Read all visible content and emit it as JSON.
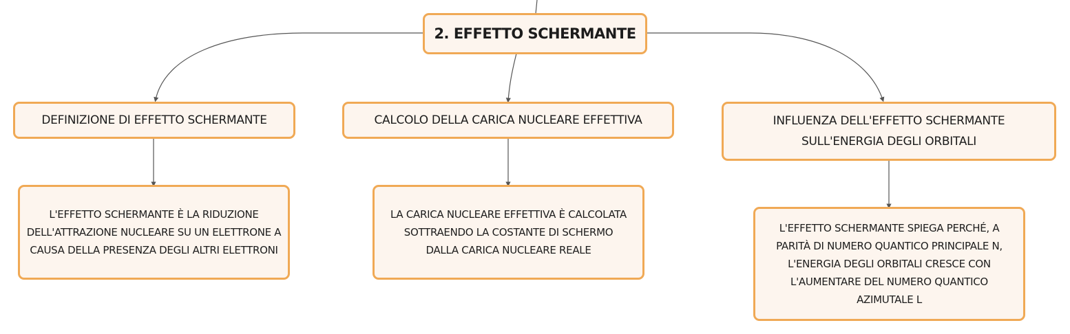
{
  "root": {
    "label": "2. EFFETTO SCHERMANTE"
  },
  "branches": [
    {
      "label": "DEFINIZIONE DI EFFETTO SCHERMANTE",
      "detail": "L'EFFETTO SCHERMANTE È LA RIDUZIONE DELL'ATTRAZIONE NUCLEARE SU UN ELETTRONE A CAUSA DELLA PRESENZA DEGLI ALTRI ELETTRONI"
    },
    {
      "label": "CALCOLO DELLA CARICA NUCLEARE EFFETTIVA",
      "detail": "LA CARICA NUCLEARE EFFETTIVA È CALCOLATA SOTTRAENDO LA COSTANTE DI SCHERMO DALLA CARICA NUCLEARE REALE"
    },
    {
      "label": "INFLUENZA DELL'EFFETTO SCHERMANTE SULL'ENERGIA DEGLI ORBITALI",
      "detail": "L'EFFETTO SCHERMANTE SPIEGA PERCHÉ, A PARITÀ DI NUMERO QUANTICO PRINCIPALE N, L'ENERGIA DEGLI ORBITALI CRESCE CON L'AUMENTARE DEL NUMERO QUANTICO AZIMUTALE L"
    }
  ],
  "colors": {
    "node_border": "#f0a955",
    "node_fill": "#fdf5ee",
    "connector": "#555555"
  }
}
